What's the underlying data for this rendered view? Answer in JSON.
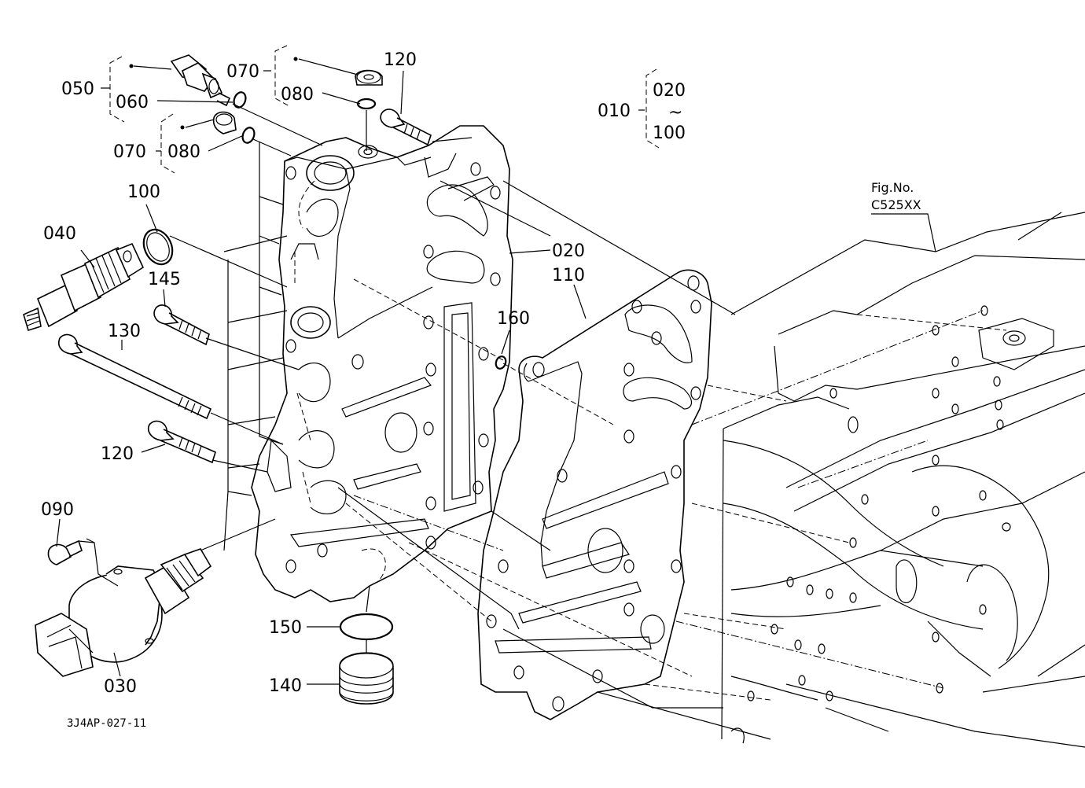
{
  "labels": {
    "p050": "050",
    "p060": "060",
    "p070a": "070",
    "p080a": "080",
    "p120a": "120",
    "p070b": "070",
    "p080b": "080",
    "p010": "010",
    "p020top": "020",
    "tilde": "~",
    "p100range": "100",
    "p100": "100",
    "p040": "040",
    "p145": "145",
    "p020": "020",
    "p110": "110",
    "p130": "130",
    "p160": "160",
    "p120b": "120",
    "p090": "090",
    "p150": "150",
    "p030": "030",
    "p140": "140"
  },
  "figure": {
    "ref_title": "Fig.No.",
    "ref_code": "C525XX",
    "code": "3J4AP-027-11"
  }
}
